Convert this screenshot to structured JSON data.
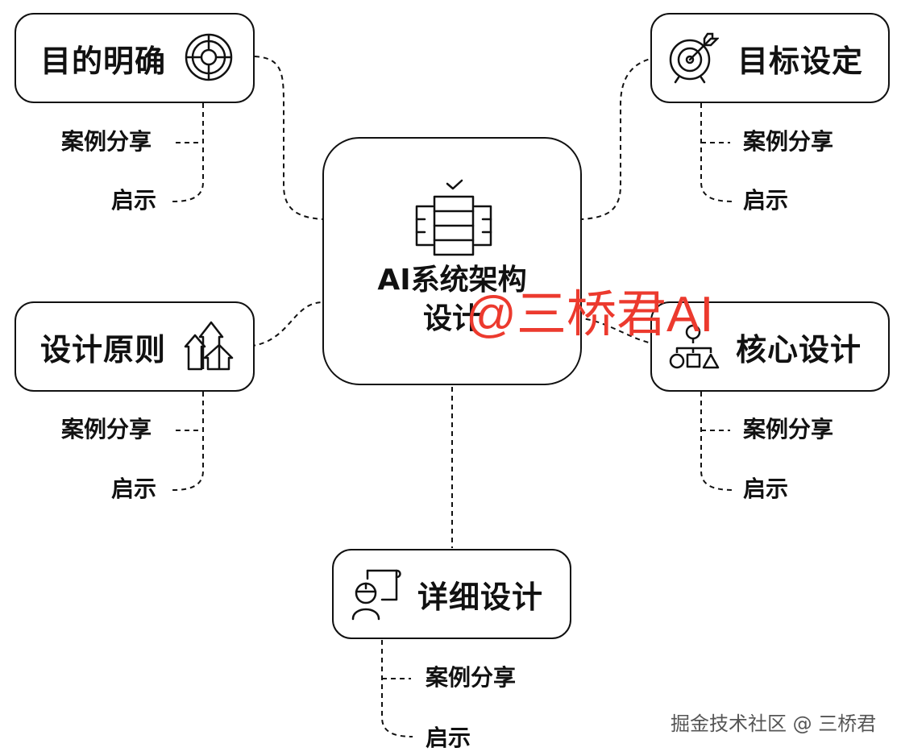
{
  "center": {
    "line1": "AI系统架构",
    "line2": "设计"
  },
  "nodes": {
    "top_left": {
      "title": "目的明确",
      "icon": "crosshair-icon"
    },
    "top_right": {
      "title": "目标设定",
      "icon": "target-arrow-icon"
    },
    "middle_left": {
      "title": "设计原则",
      "icon": "up-arrows-icon"
    },
    "middle_right": {
      "title": "核心设计",
      "icon": "hierarchy-shapes-icon"
    },
    "bottom": {
      "title": "详细设计",
      "icon": "engineer-blueprint-icon"
    }
  },
  "sub_items": {
    "case": "案例分享",
    "insight": "启示"
  },
  "watermark": "@三桥君AI",
  "footer": "掘金技术社区 @ 三桥君",
  "colors": {
    "stroke": "#111111",
    "watermark": "#ec3a2e",
    "footer": "#555555"
  }
}
